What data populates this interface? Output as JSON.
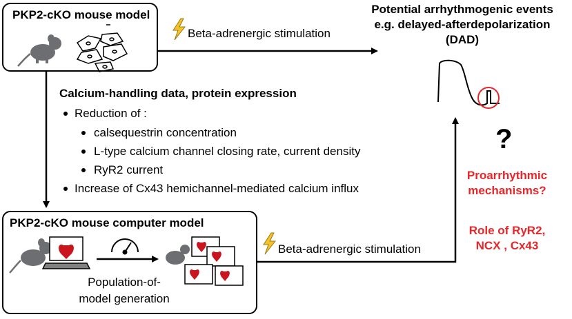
{
  "box_top": {
    "title": "PKP2-cKO mouse model"
  },
  "box_bottom": {
    "title": "PKP2-cKO mouse computer model"
  },
  "stimulation_top": "Beta-adrenergic stimulation",
  "stimulation_bottom": "Beta-adrenergic stimulation",
  "events": {
    "line1": "Potential arrhythmogenic events",
    "line2": "e.g. delayed-afterdepolarization",
    "line3": "(DAD)"
  },
  "calcium": {
    "heading": "Calcium-handling data, protein expression",
    "reduction": "Reduction of :",
    "sub_items": [
      "calsequestrin concentration",
      "L-type calcium channel closing rate, current density",
      "RyR2 current"
    ],
    "increase": "Increase of Cx43 hemichannel-mediated calcium influx"
  },
  "population": {
    "line1": "Population-of-",
    "line2": "model generation"
  },
  "question": "?",
  "mechanisms": {
    "line1": "Proarrhythmic",
    "line2": "mechanisms?"
  },
  "role": {
    "line1": "Role of RyR2,",
    "line2": "NCX , Cx43"
  },
  "colors": {
    "highlight": "#e8262a",
    "mouse": "#6d6e71",
    "heart": "#c9151e"
  }
}
